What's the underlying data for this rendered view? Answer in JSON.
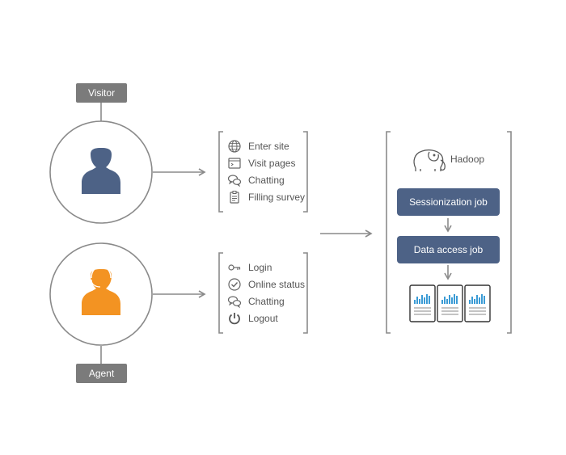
{
  "roles": {
    "visitor": {
      "label": "Visitor",
      "color": "#4d6286"
    },
    "agent": {
      "label": "Agent",
      "color": "#f39322"
    }
  },
  "visitor_events": [
    {
      "label": "Enter site",
      "icon": "globe-icon"
    },
    {
      "label": "Visit pages",
      "icon": "browser-window-icon"
    },
    {
      "label": "Chatting",
      "icon": "chat-bubbles-icon"
    },
    {
      "label": "Filling survey",
      "icon": "clipboard-icon"
    }
  ],
  "agent_events": [
    {
      "label": "Login",
      "icon": "key-icon"
    },
    {
      "label": "Online status",
      "icon": "check-circle-icon"
    },
    {
      "label": "Chatting",
      "icon": "chat-bubbles-icon"
    },
    {
      "label": "Logout",
      "icon": "power-icon"
    }
  ],
  "hadoop": {
    "label": "Hadoop",
    "icon": "hadoop-elephant-icon",
    "jobs": [
      "Sessionization job",
      "Data access job"
    ],
    "report_count": 3,
    "job_color": "#4d6286",
    "chart_color": "#3a9bd5"
  },
  "line_color": "#8a8a8a"
}
